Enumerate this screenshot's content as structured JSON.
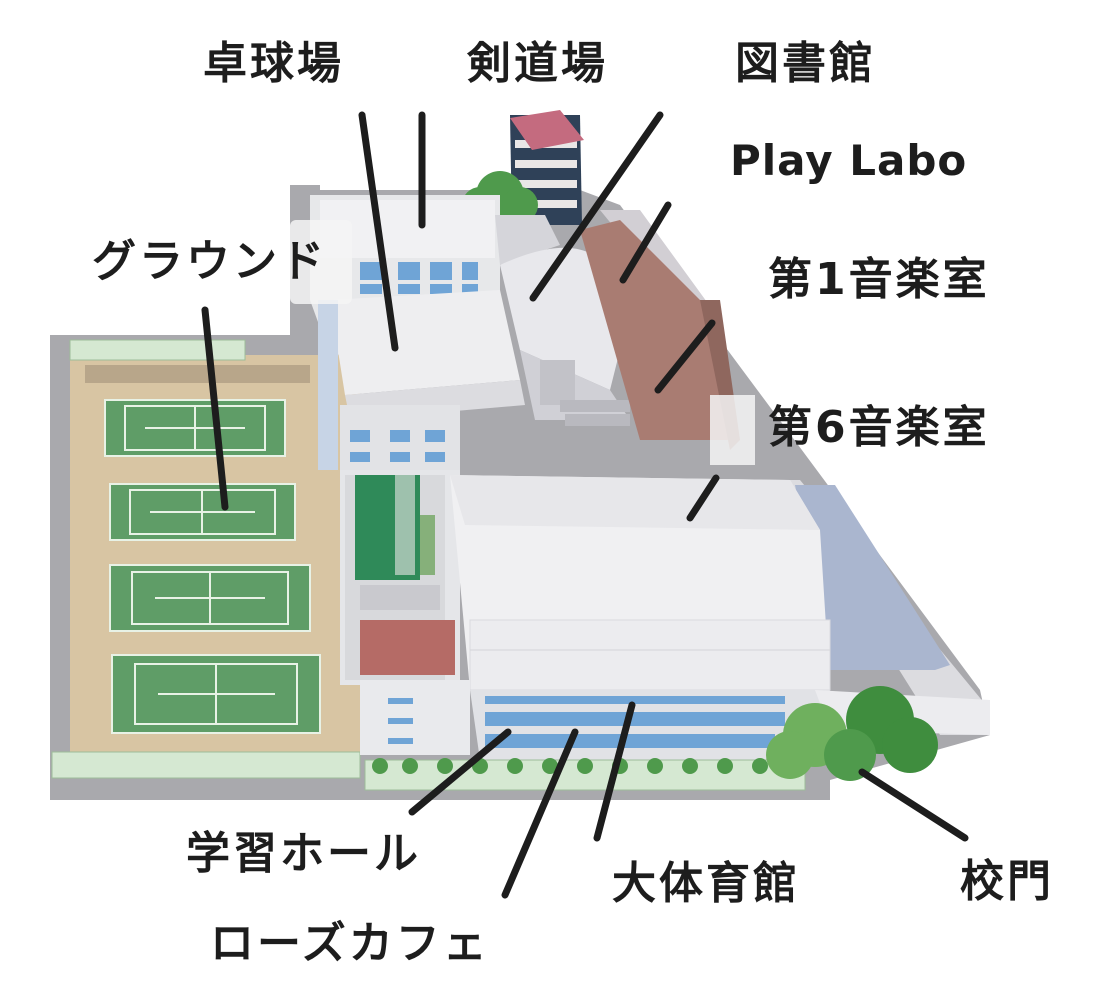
{
  "map": {
    "labels": {
      "table_tennis": "卓球場",
      "kendo": "剣道場",
      "library": "図書館",
      "play_labo": "Play Labo",
      "ground": "グラウンド",
      "music_room_1": "第1音楽室",
      "music_room_6": "第6音楽室",
      "study_hall": "学習ホール",
      "rose_cafe": "ローズカフェ",
      "gymnasium": "大体育館",
      "school_gate": "校門"
    },
    "colors": {
      "ground_sand": "#d8c5a3",
      "court_green": "#5f9d67",
      "roof_light": "#efeff1",
      "wall_grey": "#d9dadf",
      "window_blue": "#6fa4d6",
      "pool_blue": "#aab6cf",
      "roof_brown": "#a97c72",
      "red_roof": "#b56b66",
      "tree_green": "#4f9a4c",
      "leader_line": "#1d1d1d"
    }
  }
}
